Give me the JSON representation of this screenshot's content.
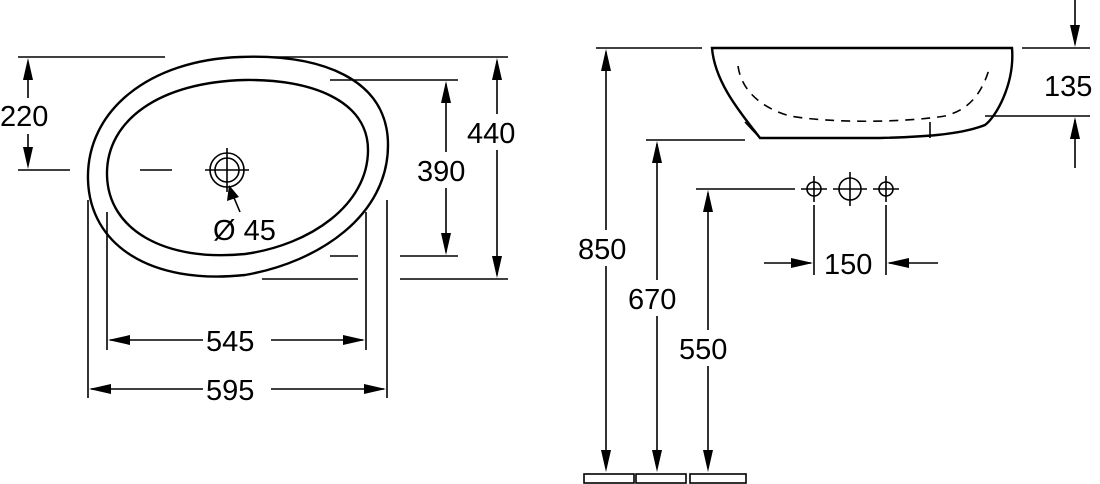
{
  "dimensions": {
    "top_view": {
      "half_depth": "220",
      "inner_depth": "390",
      "outer_depth": "440",
      "inner_width": "545",
      "outer_width": "595",
      "drain_diameter": "Ø 45"
    },
    "side_view": {
      "bowl_height": "135",
      "rim_height": "850",
      "bottom_height": "670",
      "tap_height": "550",
      "tap_spacing": "150"
    }
  }
}
